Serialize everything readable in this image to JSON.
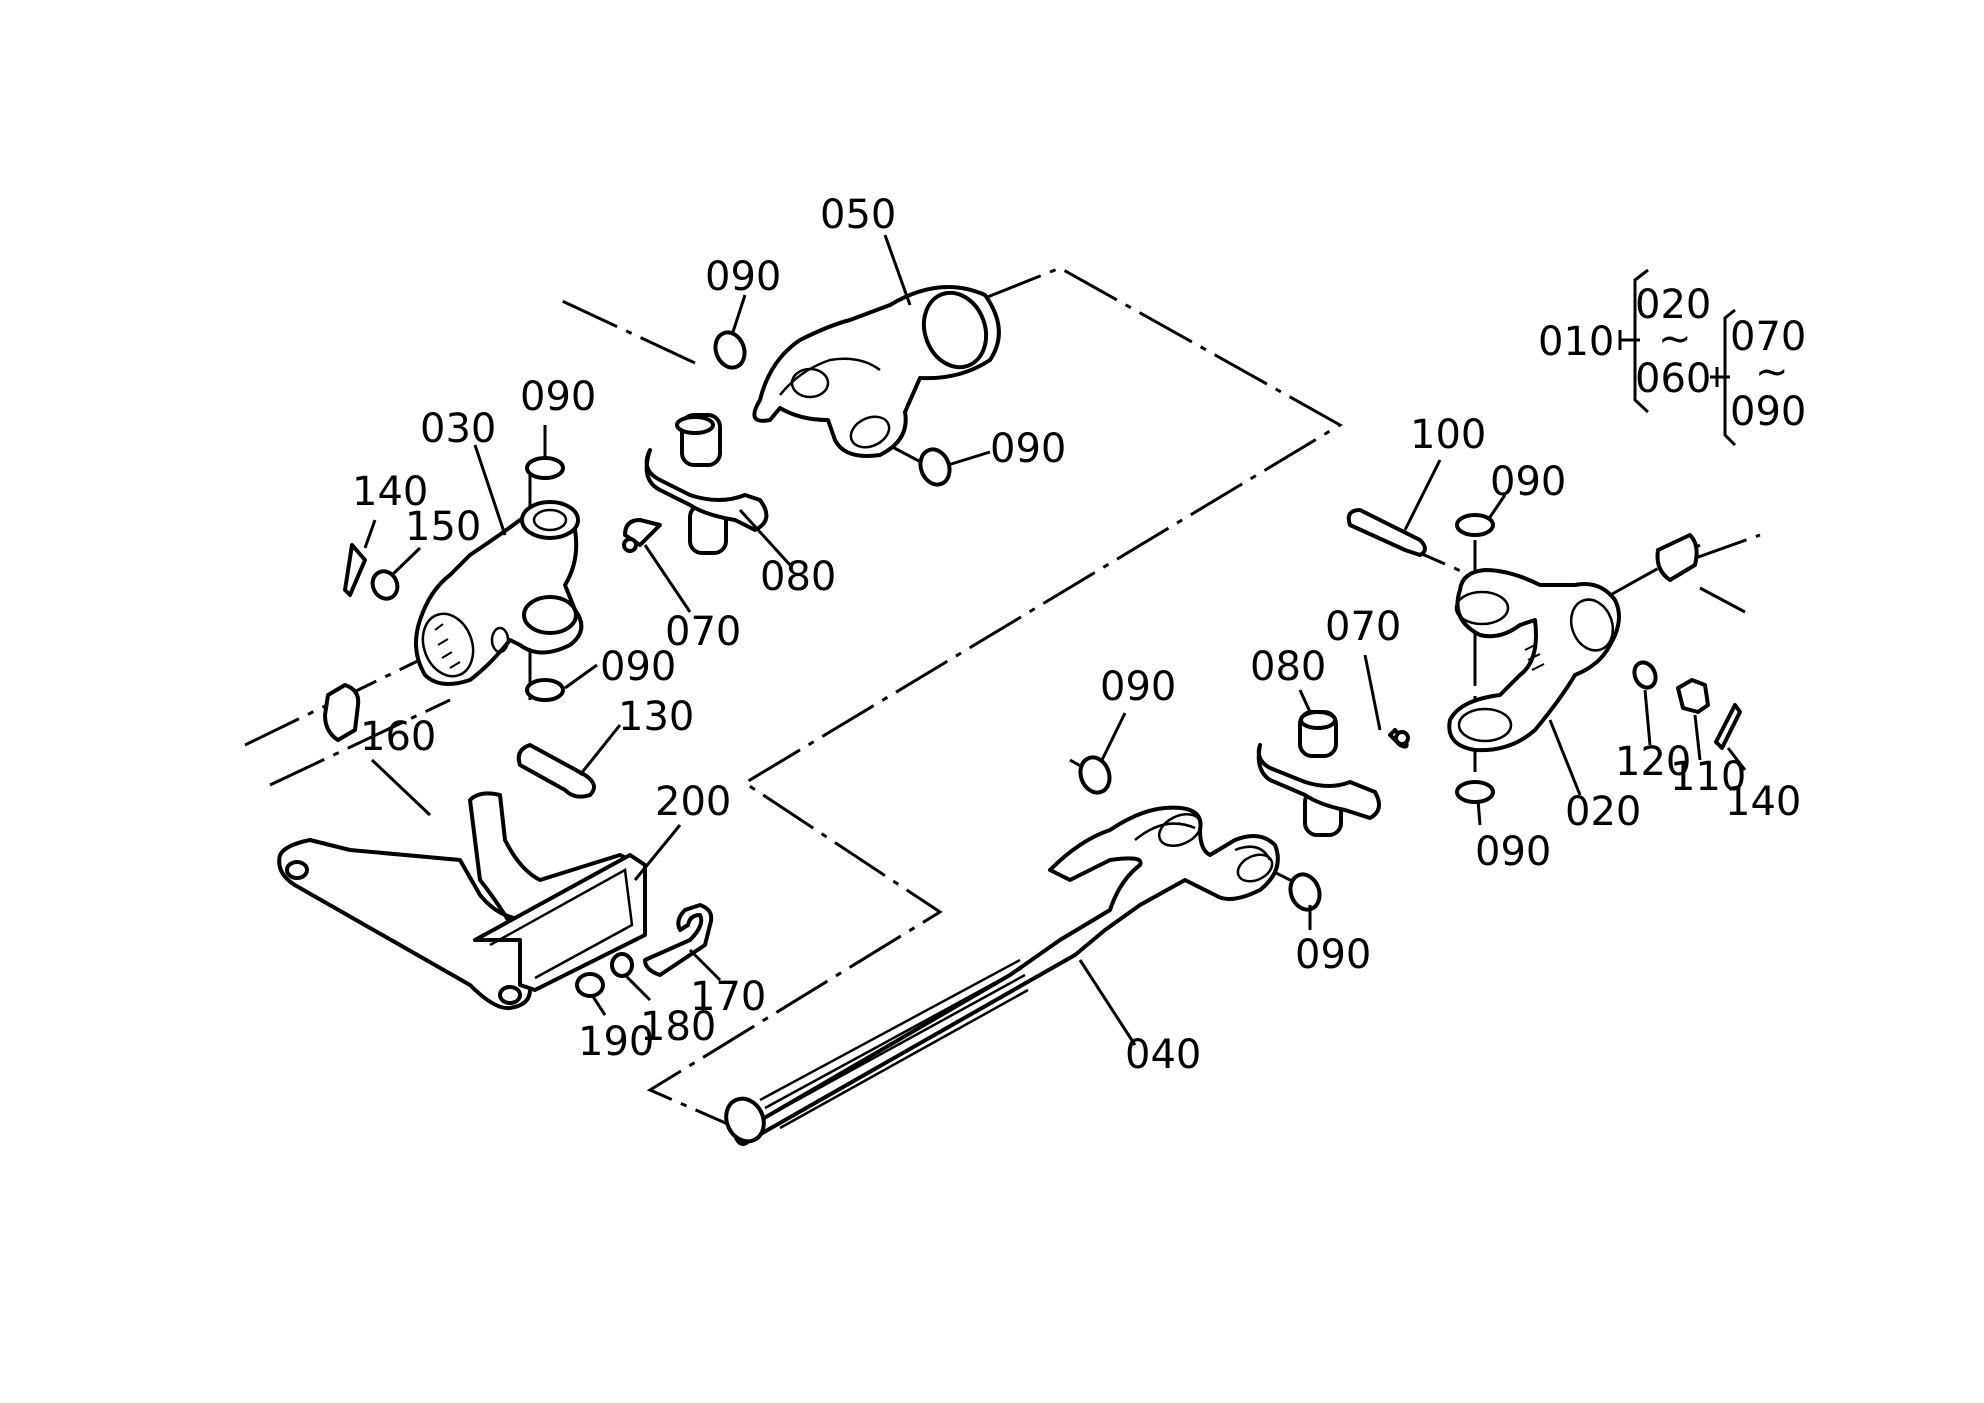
{
  "legend": {
    "root": "010",
    "group1_top": "020",
    "group1_tilde": "~",
    "group1_bottom": "060",
    "group2_top": "070",
    "group2_tilde": "~",
    "group2_bottom": "090"
  },
  "callouts": {
    "p050": "050",
    "p090_top": "090",
    "p090_yoke_right": "090",
    "p090_030_top": "090",
    "p030": "030",
    "p140_left": "140",
    "p150": "150",
    "p080_left": "080",
    "p070_left": "070",
    "p090_030_bottom": "090",
    "p130": "130",
    "p160": "160",
    "p200": "200",
    "p170": "170",
    "p180": "180",
    "p190": "190",
    "p040": "040",
    "p090_040_left": "090",
    "p090_040_right": "090",
    "p080_right": "080",
    "p070_right": "070",
    "p100": "100",
    "p090_020_top": "090",
    "p090_020_bottom": "090",
    "p020": "020",
    "p120": "120",
    "p110": "110",
    "p140_right": "140"
  }
}
